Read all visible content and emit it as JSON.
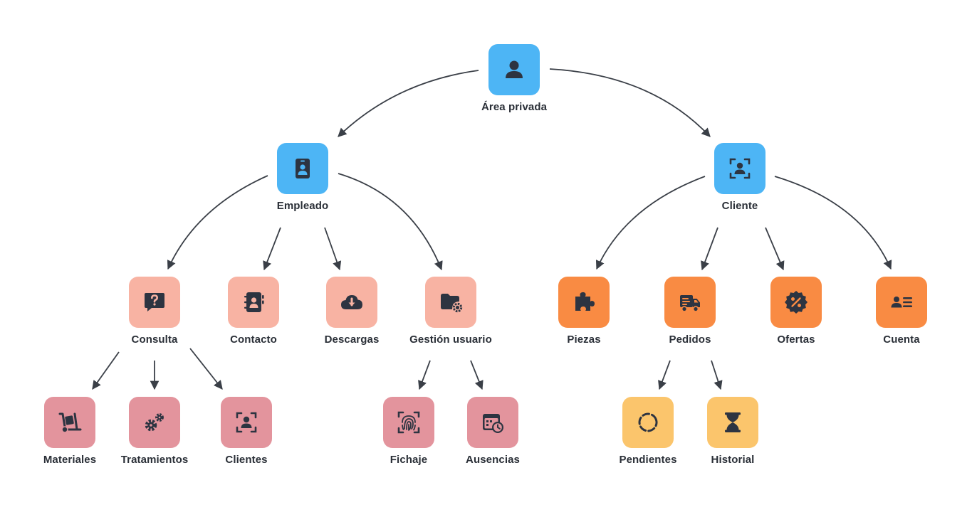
{
  "colors": {
    "blue": "#4db5f5",
    "salmon": "#f8b3a3",
    "rose": "#e3949d",
    "orange": "#f98b43",
    "amber": "#fbc56c",
    "icon": "#2d3441",
    "arrow": "#3a3f47"
  },
  "nodes": {
    "area_privada": {
      "label": "Área privada",
      "icon": "user-icon"
    },
    "empleado": {
      "label": "Empleado",
      "icon": "id-badge-icon"
    },
    "cliente": {
      "label": "Cliente",
      "icon": "user-scan-icon"
    },
    "consulta": {
      "label": "Consulta",
      "icon": "question-bubble-icon"
    },
    "contacto": {
      "label": "Contacto",
      "icon": "address-book-icon"
    },
    "descargas": {
      "label": "Descargas",
      "icon": "cloud-download-icon"
    },
    "gestion_usuario": {
      "label": "Gestión usuario",
      "icon": "folder-gear-icon"
    },
    "piezas": {
      "label": "Piezas",
      "icon": "puzzle-icon"
    },
    "pedidos": {
      "label": "Pedidos",
      "icon": "truck-icon"
    },
    "ofertas": {
      "label": "Ofertas",
      "icon": "discount-badge-icon"
    },
    "cuenta": {
      "label": "Cuenta",
      "icon": "id-card-icon"
    },
    "materiales": {
      "label": "Materiales",
      "icon": "hand-truck-icon"
    },
    "tratamientos": {
      "label": "Tratamientos",
      "icon": "gears-icon"
    },
    "clientes": {
      "label": "Clientes",
      "icon": "user-scan-icon"
    },
    "fichaje": {
      "label": "Fichaje",
      "icon": "fingerprint-icon"
    },
    "ausencias": {
      "label": "Ausencias",
      "icon": "calendar-clock-icon"
    },
    "pendientes": {
      "label": "Pendientes",
      "icon": "spinner-icon"
    },
    "historial": {
      "label": "Historial",
      "icon": "hourglass-icon"
    }
  },
  "edges": [
    [
      "area_privada",
      "empleado"
    ],
    [
      "area_privada",
      "cliente"
    ],
    [
      "empleado",
      "consulta"
    ],
    [
      "empleado",
      "contacto"
    ],
    [
      "empleado",
      "descargas"
    ],
    [
      "empleado",
      "gestion_usuario"
    ],
    [
      "cliente",
      "piezas"
    ],
    [
      "cliente",
      "pedidos"
    ],
    [
      "cliente",
      "ofertas"
    ],
    [
      "cliente",
      "cuenta"
    ],
    [
      "consulta",
      "materiales"
    ],
    [
      "consulta",
      "tratamientos"
    ],
    [
      "consulta",
      "clientes"
    ],
    [
      "gestion_usuario",
      "fichaje"
    ],
    [
      "gestion_usuario",
      "ausencias"
    ],
    [
      "pedidos",
      "pendientes"
    ],
    [
      "pedidos",
      "historial"
    ]
  ]
}
